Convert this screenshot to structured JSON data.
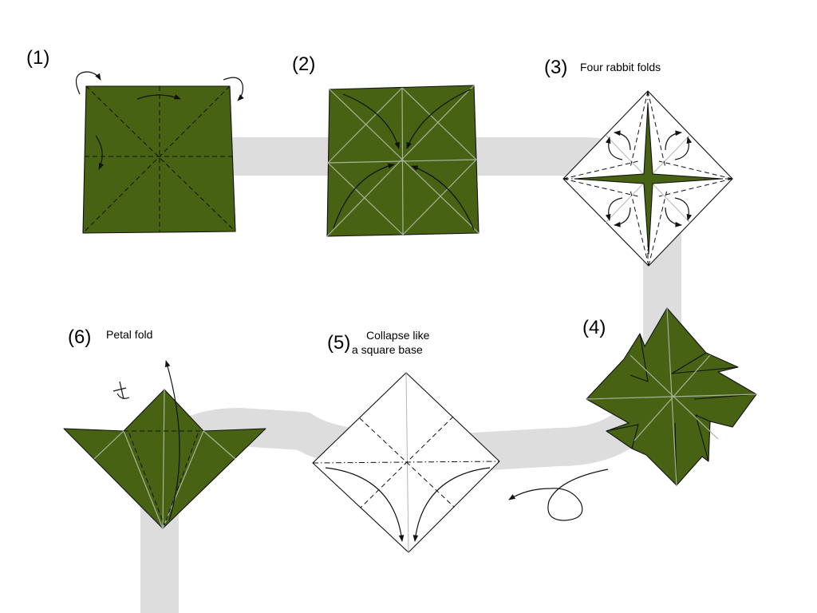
{
  "colors": {
    "paper_green": "#466212",
    "paper_white": "#ffffff",
    "route_gray": "#dddddd",
    "line": "#111111"
  },
  "steps": [
    {
      "number": "(1)",
      "caption": []
    },
    {
      "number": "(2)",
      "caption": []
    },
    {
      "number": "(3)",
      "caption": [
        "Four rabbit folds"
      ]
    },
    {
      "number": "(4)",
      "caption": []
    },
    {
      "number": "(5)",
      "caption": [
        "Collapse like",
        "a square base"
      ]
    },
    {
      "number": "(6)",
      "caption": [
        "Petal fold"
      ]
    }
  ]
}
